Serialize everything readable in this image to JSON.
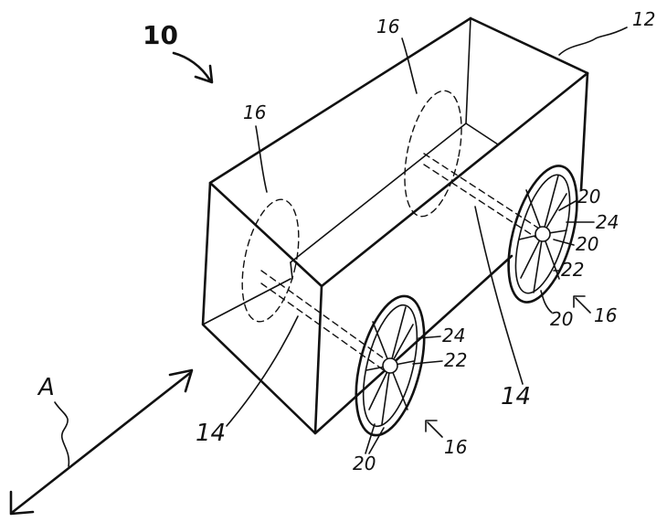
{
  "labels": {
    "assembly": "10",
    "body": "12",
    "axle": "14",
    "wheel": "16",
    "spoke": "20",
    "hub": "22",
    "rim": "24",
    "direction": "A"
  }
}
